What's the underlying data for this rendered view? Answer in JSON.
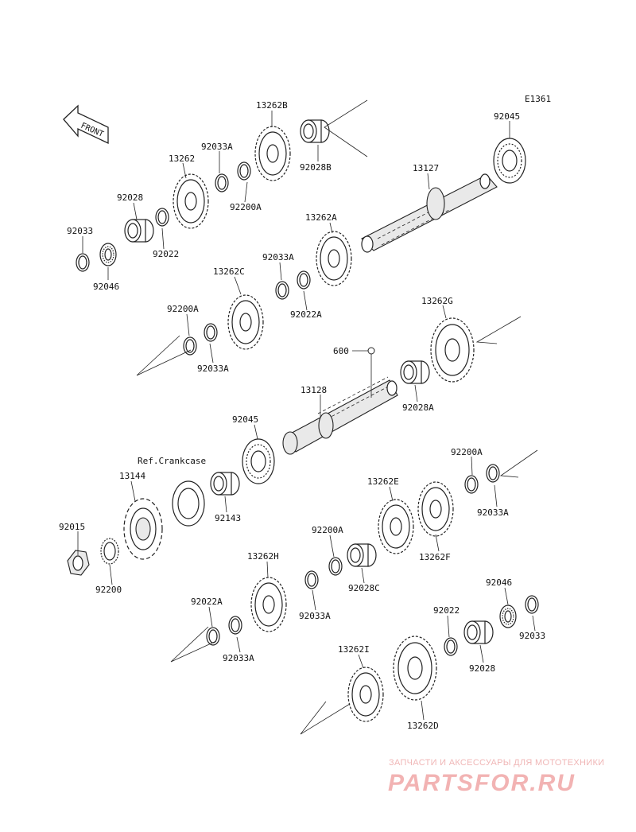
{
  "diagram_code": "E1361",
  "front_arrow_label": "FRONT",
  "ref_label": "Ref.Crankcase",
  "labels": {
    "p13262B": "13262B",
    "p92028B": "92028B",
    "p92045_top": "92045",
    "p92033A_1": "92033A",
    "p13262": "13262",
    "p92200A_1": "92200A",
    "p13127": "13127",
    "p92028": "92028",
    "p92033_1": "92033",
    "p92022_1": "92022",
    "p13262A": "13262A",
    "p92046_1": "92046",
    "p92033A_2": "92033A",
    "p13262C": "13262C",
    "p92022A_1": "92022A",
    "p13262G": "13262G",
    "p92200A_2": "92200A",
    "p92033A_3": "92033A",
    "p600": "600",
    "p13128": "13128",
    "p92028A": "92028A",
    "p92045_mid": "92045",
    "p92200A_3": "92200A",
    "p13144": "13144",
    "p92143": "92143",
    "p13262E": "13262E",
    "p92033A_4": "92033A",
    "p92015": "92015",
    "p92200A_4": "92200A",
    "p13262F": "13262F",
    "p92200": "92200",
    "p13262H": "13262H",
    "p92028C": "92028C",
    "p92046_2": "92046",
    "p92033A_5": "92033A",
    "p92022A_2": "92022A",
    "p92022_2": "92022",
    "p92033_2": "92033",
    "p92033A_6": "92033A",
    "p92028_2": "92028",
    "p13262I": "13262I",
    "p13262D": "13262D"
  },
  "watermark": {
    "tagline": "ЗАПЧАСТИ И АКСЕССУАРЫ ДЛЯ МОТОТЕХНИКИ",
    "site": "PARTSFOR.RU"
  }
}
